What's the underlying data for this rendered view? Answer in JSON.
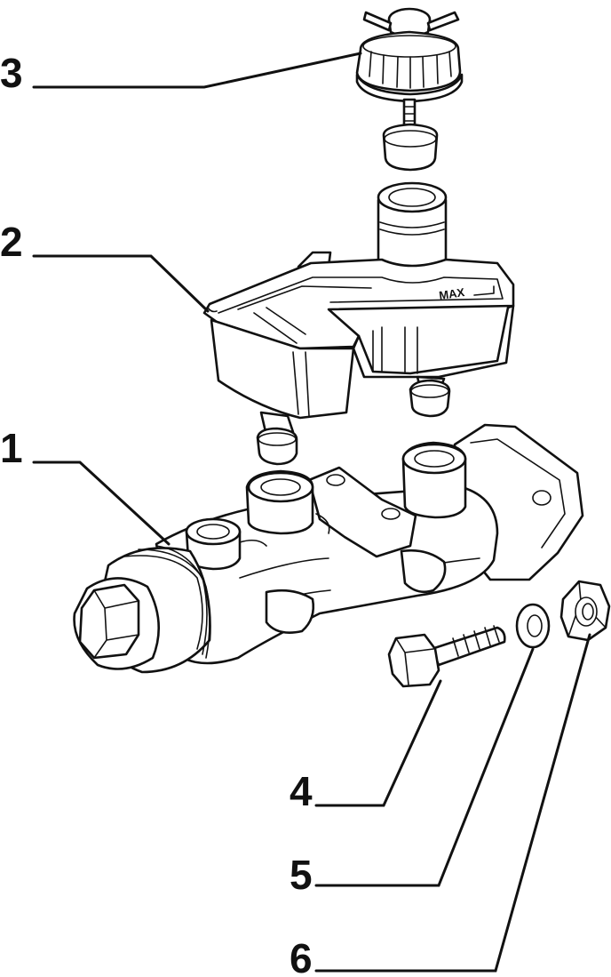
{
  "callouts": [
    {
      "number": "1",
      "part": "master-cylinder-body"
    },
    {
      "number": "2",
      "part": "fluid-reservoir"
    },
    {
      "number": "3",
      "part": "reservoir-cap"
    },
    {
      "number": "4",
      "part": "bolt"
    },
    {
      "number": "5",
      "part": "washer"
    },
    {
      "number": "6",
      "part": "nut"
    }
  ],
  "reservoir_marking": "MAX"
}
